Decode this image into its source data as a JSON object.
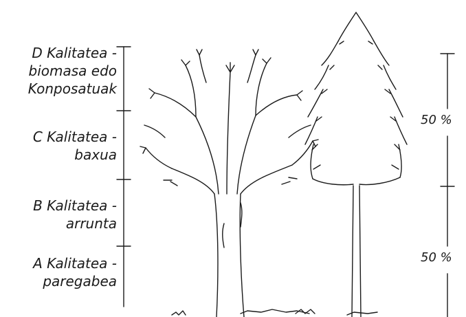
{
  "quality_scale": {
    "segments": [
      {
        "letter_line": "D Kalitatea -",
        "desc_lines": [
          "biomasa edo",
          "Konposatuak"
        ]
      },
      {
        "letter_line": "C Kalitatea -",
        "desc_lines": [
          "baxua"
        ]
      },
      {
        "letter_line": "B Kalitatea -",
        "desc_lines": [
          "arrunta"
        ]
      },
      {
        "letter_line": "A Kalitatea -",
        "desc_lines": [
          "paregabea"
        ]
      }
    ]
  },
  "height_scale": {
    "upper_label": "50 %",
    "lower_label": "50 %"
  },
  "illustrations": {
    "left": "broadleaf-tree",
    "right": "conifer-tree"
  },
  "colors": {
    "ink": "#1a1a1a",
    "background": "#ffffff"
  }
}
